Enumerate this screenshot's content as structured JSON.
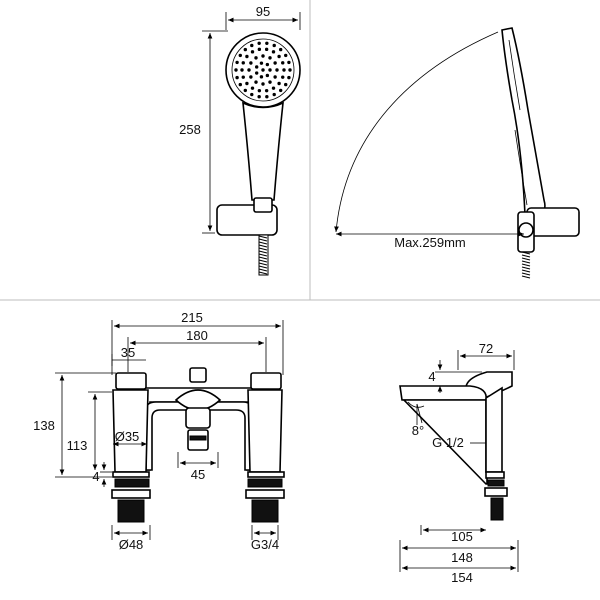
{
  "dimensions": {
    "handset_width": "95",
    "handset_length": "258",
    "arc_reach": "Max.259mm",
    "overall_width": "215",
    "centres": "180",
    "spout_offset": "35",
    "height_total": "138",
    "height_body": "113",
    "pillar_dia": "Ø35",
    "base_clearance": "4",
    "diverter_width": "45",
    "base_dia": "Ø48",
    "thread_size": "G3/4",
    "side_top": "4",
    "side_depth": "72",
    "spout_angle": "8°",
    "outlet_thread": "G 1/2",
    "reach_1": "105",
    "reach_2": "148",
    "reach_3": "154"
  },
  "colors": {
    "line": "#000000",
    "frame": "#bdbdbd"
  }
}
